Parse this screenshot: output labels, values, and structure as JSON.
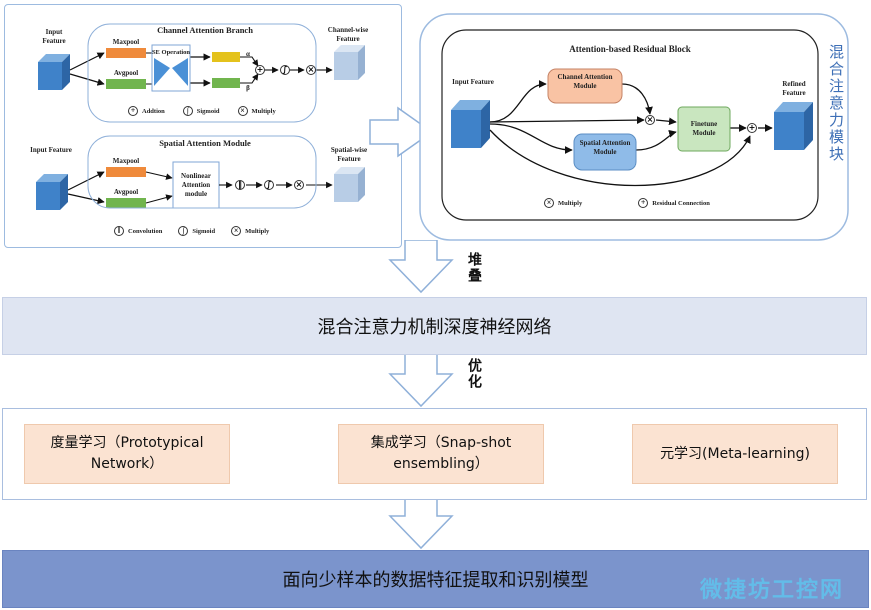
{
  "top_left": {
    "channel": {
      "title": "Channel Attention Branch",
      "input": "Input Feature",
      "maxpool": "Maxpool",
      "avgpool": "Avgpool",
      "se": "SE Operation",
      "alpha": "α",
      "beta": "β",
      "output": "Channel-wise Feature",
      "legend": [
        "Addtion",
        "Sigmoid",
        "Multiply"
      ]
    },
    "spatial": {
      "title": "Spatial Attention Module",
      "input": "Input Feature",
      "maxpool": "Maxpool",
      "avgpool": "Avgpool",
      "nonlinear": "Nonlinear Attention module",
      "output": "Spatial-wise Feature",
      "legend": [
        "Convolution",
        "Sigmoid",
        "Multiply"
      ]
    }
  },
  "top_right": {
    "title": "Attention-based Residual Block",
    "input": "Input Feature",
    "channel_module": "Channel Attention Module",
    "spatial_module": "Spatial Attention Module",
    "finetune": "Finetune Module",
    "refined": "Refined Feature",
    "legend_multiply": "Multiply",
    "legend_residual": "Residual Connection",
    "side_label": "混合注意力模块"
  },
  "arrow_labels": {
    "stack": "堆叠",
    "optimize": "优化"
  },
  "band1": "混合注意力机制深度神经网络",
  "options": [
    "度量学习（Prototypical Network）",
    "集成学习（Snap-shot ensembling）",
    "元学习(Meta-learning)"
  ],
  "band2": "面向少样本的数据特征提取和识别模型",
  "watermark": "微捷坊工控网",
  "colors": {
    "cube_blue": "#3f82c9",
    "cube_light": "#b8cde6",
    "orange_bar": "#ef8a3b",
    "green_bar": "#71b54e",
    "yellow_bar": "#e4c21c",
    "band_light": "#dfe5f2",
    "band_dark": "#7b94cc",
    "option_fill": "#fbe3d2"
  }
}
